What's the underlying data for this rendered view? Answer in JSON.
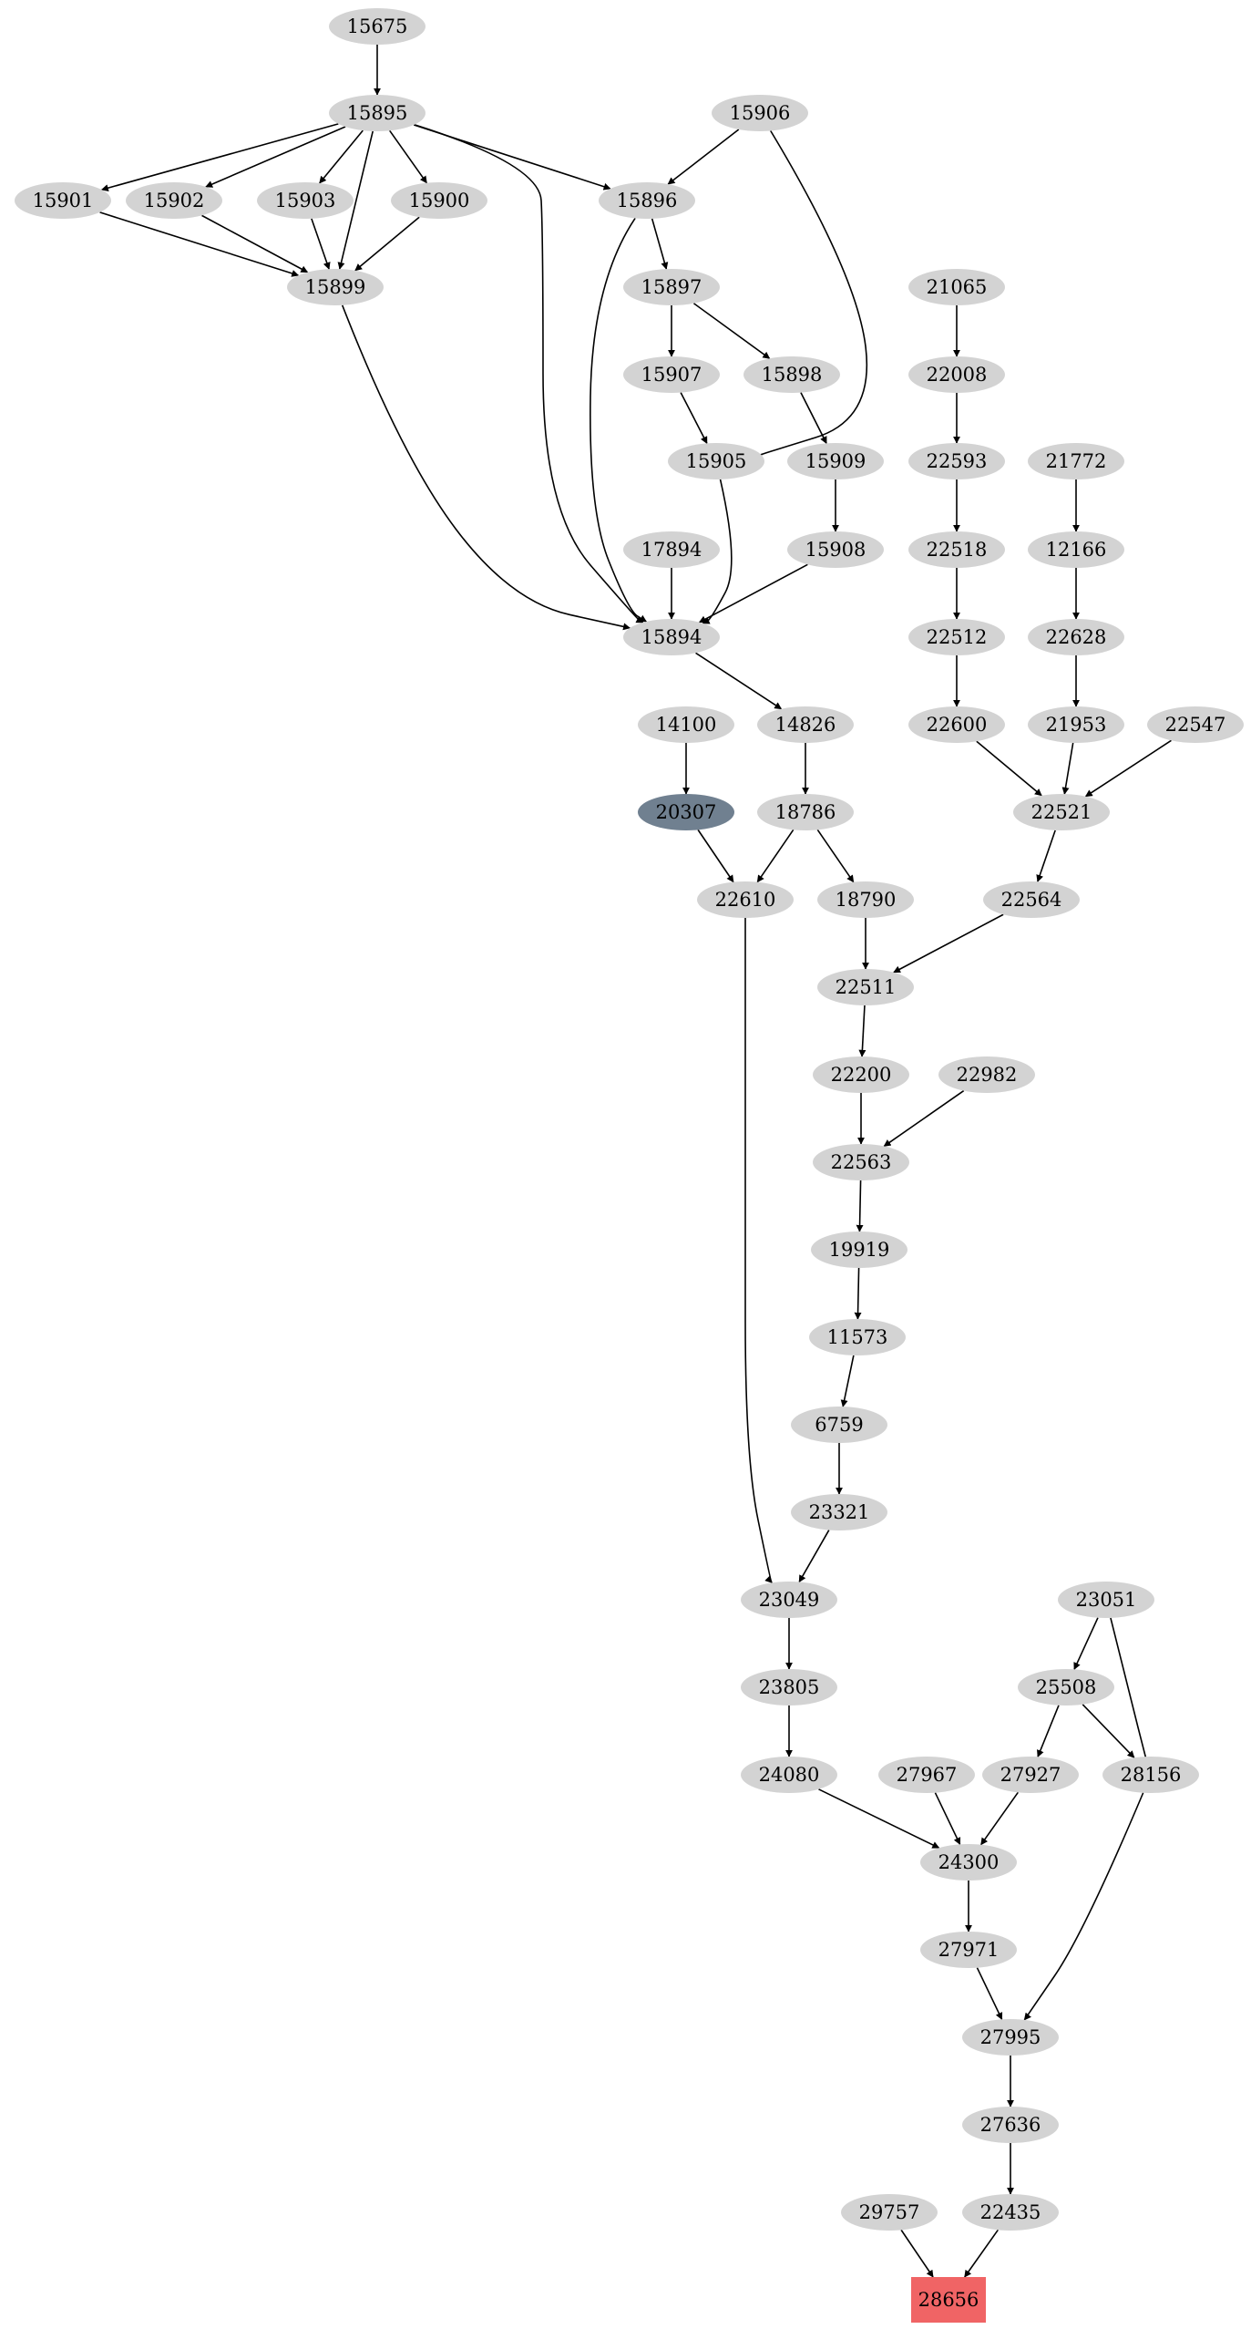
{
  "colors": {
    "default_node": "#d3d3d3",
    "highlight_source": "#708090",
    "highlight_target": "#f06465",
    "edge": "#000000",
    "label_on_dark": "#000000"
  },
  "nodes": [
    {
      "id": "15675",
      "label": "15675",
      "shape": "ellipse"
    },
    {
      "id": "15895",
      "label": "15895",
      "shape": "ellipse"
    },
    {
      "id": "15906",
      "label": "15906",
      "shape": "ellipse"
    },
    {
      "id": "15901",
      "label": "15901",
      "shape": "ellipse"
    },
    {
      "id": "15902",
      "label": "15902",
      "shape": "ellipse"
    },
    {
      "id": "15903",
      "label": "15903",
      "shape": "ellipse"
    },
    {
      "id": "15900",
      "label": "15900",
      "shape": "ellipse"
    },
    {
      "id": "15896",
      "label": "15896",
      "shape": "ellipse"
    },
    {
      "id": "15899",
      "label": "15899",
      "shape": "ellipse"
    },
    {
      "id": "15897",
      "label": "15897",
      "shape": "ellipse"
    },
    {
      "id": "21065",
      "label": "21065",
      "shape": "ellipse"
    },
    {
      "id": "15907",
      "label": "15907",
      "shape": "ellipse"
    },
    {
      "id": "15898",
      "label": "15898",
      "shape": "ellipse"
    },
    {
      "id": "22008",
      "label": "22008",
      "shape": "ellipse"
    },
    {
      "id": "15905",
      "label": "15905",
      "shape": "ellipse"
    },
    {
      "id": "15909",
      "label": "15909",
      "shape": "ellipse"
    },
    {
      "id": "22593",
      "label": "22593",
      "shape": "ellipse"
    },
    {
      "id": "21772",
      "label": "21772",
      "shape": "ellipse"
    },
    {
      "id": "17894",
      "label": "17894",
      "shape": "ellipse"
    },
    {
      "id": "15908",
      "label": "15908",
      "shape": "ellipse"
    },
    {
      "id": "22518",
      "label": "22518",
      "shape": "ellipse"
    },
    {
      "id": "12166",
      "label": "12166",
      "shape": "ellipse"
    },
    {
      "id": "15894",
      "label": "15894",
      "shape": "ellipse"
    },
    {
      "id": "22512",
      "label": "22512",
      "shape": "ellipse"
    },
    {
      "id": "22628",
      "label": "22628",
      "shape": "ellipse"
    },
    {
      "id": "14100",
      "label": "14100",
      "shape": "ellipse"
    },
    {
      "id": "14826",
      "label": "14826",
      "shape": "ellipse"
    },
    {
      "id": "22600",
      "label": "22600",
      "shape": "ellipse"
    },
    {
      "id": "21953",
      "label": "21953",
      "shape": "ellipse"
    },
    {
      "id": "22547",
      "label": "22547",
      "shape": "ellipse"
    },
    {
      "id": "20307",
      "label": "20307",
      "shape": "ellipse",
      "color": "#708090"
    },
    {
      "id": "18786",
      "label": "18786",
      "shape": "ellipse"
    },
    {
      "id": "22521",
      "label": "22521",
      "shape": "ellipse"
    },
    {
      "id": "22610",
      "label": "22610",
      "shape": "ellipse"
    },
    {
      "id": "18790",
      "label": "18790",
      "shape": "ellipse"
    },
    {
      "id": "22564",
      "label": "22564",
      "shape": "ellipse"
    },
    {
      "id": "22511",
      "label": "22511",
      "shape": "ellipse"
    },
    {
      "id": "22200",
      "label": "22200",
      "shape": "ellipse"
    },
    {
      "id": "22982",
      "label": "22982",
      "shape": "ellipse"
    },
    {
      "id": "22563",
      "label": "22563",
      "shape": "ellipse"
    },
    {
      "id": "19919",
      "label": "19919",
      "shape": "ellipse"
    },
    {
      "id": "11573",
      "label": "11573",
      "shape": "ellipse"
    },
    {
      "id": "6759",
      "label": "6759",
      "shape": "ellipse"
    },
    {
      "id": "23321",
      "label": "23321",
      "shape": "ellipse"
    },
    {
      "id": "23049",
      "label": "23049",
      "shape": "ellipse"
    },
    {
      "id": "23051",
      "label": "23051",
      "shape": "ellipse"
    },
    {
      "id": "23805",
      "label": "23805",
      "shape": "ellipse"
    },
    {
      "id": "25508",
      "label": "25508",
      "shape": "ellipse"
    },
    {
      "id": "24080",
      "label": "24080",
      "shape": "ellipse"
    },
    {
      "id": "27967",
      "label": "27967",
      "shape": "ellipse"
    },
    {
      "id": "27927",
      "label": "27927",
      "shape": "ellipse"
    },
    {
      "id": "28156",
      "label": "28156",
      "shape": "ellipse"
    },
    {
      "id": "24300",
      "label": "24300",
      "shape": "ellipse"
    },
    {
      "id": "27971",
      "label": "27971",
      "shape": "ellipse"
    },
    {
      "id": "27995",
      "label": "27995",
      "shape": "ellipse"
    },
    {
      "id": "27636",
      "label": "27636",
      "shape": "ellipse"
    },
    {
      "id": "29757",
      "label": "29757",
      "shape": "ellipse"
    },
    {
      "id": "22435",
      "label": "22435",
      "shape": "ellipse"
    },
    {
      "id": "28656",
      "label": "28656",
      "shape": "box",
      "color": "#f06465"
    }
  ],
  "edges": [
    [
      "15675",
      "15895"
    ],
    [
      "15895",
      "15901"
    ],
    [
      "15895",
      "15902"
    ],
    [
      "15895",
      "15903"
    ],
    [
      "15895",
      "15899"
    ],
    [
      "15895",
      "15900"
    ],
    [
      "15895",
      "15894"
    ],
    [
      "15895",
      "15896"
    ],
    [
      "15906",
      "15896"
    ],
    [
      "15906",
      "15905"
    ],
    [
      "15901",
      "15899"
    ],
    [
      "15902",
      "15899"
    ],
    [
      "15903",
      "15899"
    ],
    [
      "15900",
      "15899"
    ],
    [
      "15899",
      "15894"
    ],
    [
      "15896",
      "15897"
    ],
    [
      "15896",
      "15894"
    ],
    [
      "15897",
      "15907"
    ],
    [
      "15897",
      "15898"
    ],
    [
      "15907",
      "15905"
    ],
    [
      "15898",
      "15909"
    ],
    [
      "15909",
      "15908"
    ],
    [
      "15905",
      "15894"
    ],
    [
      "17894",
      "15894"
    ],
    [
      "15908",
      "15894"
    ],
    [
      "21065",
      "22008"
    ],
    [
      "22008",
      "22593"
    ],
    [
      "22593",
      "22518"
    ],
    [
      "22518",
      "22512"
    ],
    [
      "22512",
      "22600"
    ],
    [
      "21772",
      "12166"
    ],
    [
      "12166",
      "22628"
    ],
    [
      "22628",
      "21953"
    ],
    [
      "22600",
      "22521"
    ],
    [
      "21953",
      "22521"
    ],
    [
      "22547",
      "22521"
    ],
    [
      "22521",
      "22564"
    ],
    [
      "15894",
      "14826"
    ],
    [
      "14826",
      "18786"
    ],
    [
      "14100",
      "20307"
    ],
    [
      "20307",
      "22610"
    ],
    [
      "18786",
      "22610"
    ],
    [
      "18786",
      "18790"
    ],
    [
      "18790",
      "22511"
    ],
    [
      "22564",
      "22511"
    ],
    [
      "22511",
      "22200"
    ],
    [
      "22200",
      "22563"
    ],
    [
      "22982",
      "22563"
    ],
    [
      "22563",
      "19919"
    ],
    [
      "19919",
      "11573"
    ],
    [
      "11573",
      "6759"
    ],
    [
      "6759",
      "23321"
    ],
    [
      "23321",
      "23049"
    ],
    [
      "22610",
      "23049"
    ],
    [
      "23049",
      "23805"
    ],
    [
      "23805",
      "24080"
    ],
    [
      "23051",
      "25508"
    ],
    [
      "23051",
      "28156"
    ],
    [
      "25508",
      "27927"
    ],
    [
      "25508",
      "28156"
    ],
    [
      "24080",
      "24300"
    ],
    [
      "27967",
      "24300"
    ],
    [
      "27927",
      "24300"
    ],
    [
      "24300",
      "27971"
    ],
    [
      "27971",
      "27995"
    ],
    [
      "28156",
      "27995"
    ],
    [
      "27995",
      "27636"
    ],
    [
      "27636",
      "22435"
    ],
    [
      "29757",
      "28656"
    ],
    [
      "22435",
      "28656"
    ]
  ]
}
